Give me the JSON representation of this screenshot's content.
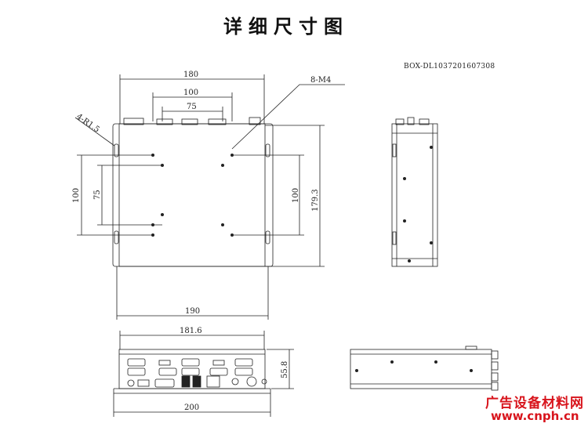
{
  "title": "详细尺寸图",
  "model_number": "BOX-DL1037201607308",
  "dimensions": {
    "top_width": "180",
    "hole_spacing_100": "100",
    "hole_spacing_75": "75",
    "mount_holes": "8-M4",
    "corner_radius": "4-R1.5",
    "left_vertical_100": "100",
    "left_vertical_75": "75",
    "right_vertical_100": "100",
    "overall_height": "179.3",
    "bracket_width": "190",
    "front_width": "181.6",
    "front_height": "55.8",
    "front_overall_width": "200"
  },
  "watermark": {
    "text": "广告设备材料网",
    "url": "www.cnph.cn"
  }
}
